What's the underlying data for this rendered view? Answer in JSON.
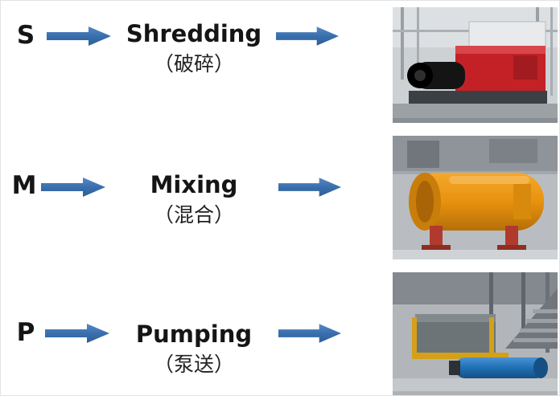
{
  "title": "SMP process flow diagram",
  "colors": {
    "arrow_blue_light": "#5589c4",
    "arrow_blue_dark": "#2e5f94",
    "text": "#151515",
    "background": "#ffffff",
    "shredder_red": "#c42127",
    "mixer_orange": "#e8920f",
    "pump_blue": "#1f6fb5"
  },
  "rows": [
    {
      "letter": "S",
      "label": "Shredding",
      "label_cn": "（破碎）",
      "photo": "shredder-machine-photo"
    },
    {
      "letter": "M",
      "label": "Mixing",
      "label_cn": "（混合）",
      "photo": "mixer-machine-photo"
    },
    {
      "letter": "P",
      "label": "Pumping",
      "label_cn": "（泵送）",
      "photo": "pump-machine-photo"
    }
  ]
}
